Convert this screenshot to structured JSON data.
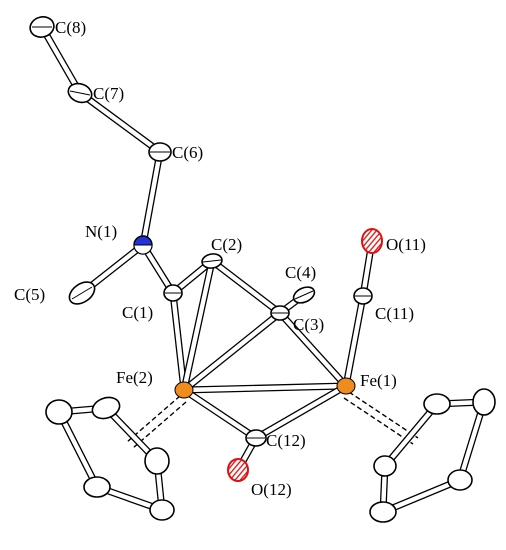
{
  "atoms": [
    {
      "id": "C8",
      "label": "C(8)",
      "element": "C"
    },
    {
      "id": "C7",
      "label": "C(7)",
      "element": "C"
    },
    {
      "id": "C6",
      "label": "C(6)",
      "element": "C"
    },
    {
      "id": "N1",
      "label": "N(1)",
      "element": "N"
    },
    {
      "id": "C5",
      "label": "C(5)",
      "element": "C"
    },
    {
      "id": "C1",
      "label": "C(1)",
      "element": "C"
    },
    {
      "id": "C2",
      "label": "C(2)",
      "element": "C"
    },
    {
      "id": "C4",
      "label": "C(4)",
      "element": "C"
    },
    {
      "id": "C3",
      "label": "C(3)",
      "element": "C"
    },
    {
      "id": "O11",
      "label": "O(11)",
      "element": "O"
    },
    {
      "id": "C11",
      "label": "C(11)",
      "element": "C"
    },
    {
      "id": "Fe2",
      "label": "Fe(2)",
      "element": "Fe"
    },
    {
      "id": "Fe1",
      "label": "Fe(1)",
      "element": "Fe"
    },
    {
      "id": "C12",
      "label": "C(12)",
      "element": "C"
    },
    {
      "id": "O12",
      "label": "O(12)",
      "element": "O"
    }
  ],
  "colors": {
    "carbon": "#ffffff",
    "nitrogen": "#2233dd",
    "oxygen": "#dd1111",
    "iron": "#f08c1e",
    "outline": "#000000"
  }
}
